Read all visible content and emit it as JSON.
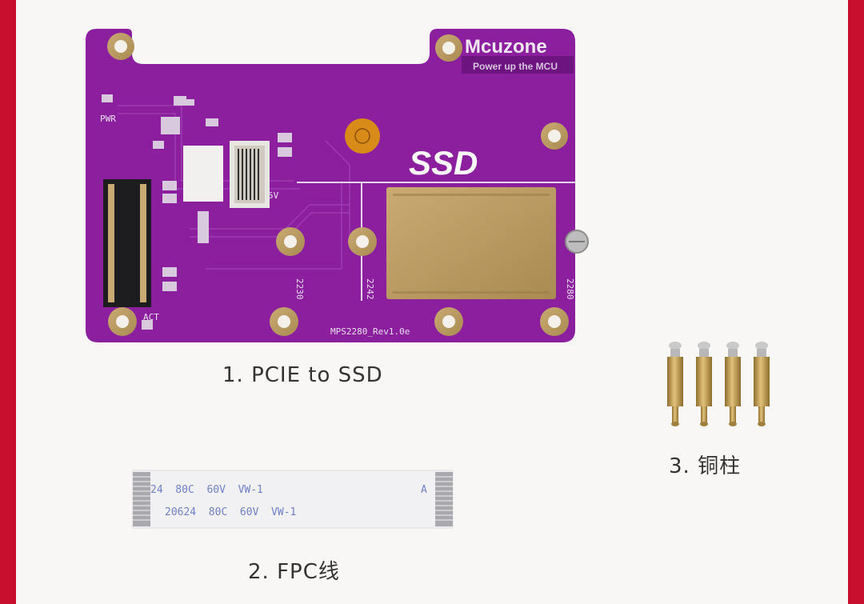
{
  "board": {
    "brand": "Mcuzone",
    "tagline": "Power up the MCU",
    "ssd_label": "SSD",
    "pwr": "PWR",
    "act": "ACT",
    "v5": "5V",
    "size_2230": "2230",
    "size_2242": "2242",
    "size_2280": "2280",
    "revision": "MPS2280_Rev1.0e"
  },
  "cable": {
    "line1": "24  80C  60V  VW-1",
    "line1_end": "A",
    "line2": "20624  80C  60V  VW-1"
  },
  "captions": {
    "item1": "1. PCIE to SSD",
    "item2": "2. FPC线",
    "item3": "3. 铜柱"
  },
  "colors": {
    "frame": "#c8102e",
    "board": "#8a1e9c",
    "pad_gold": "#b89a62"
  }
}
